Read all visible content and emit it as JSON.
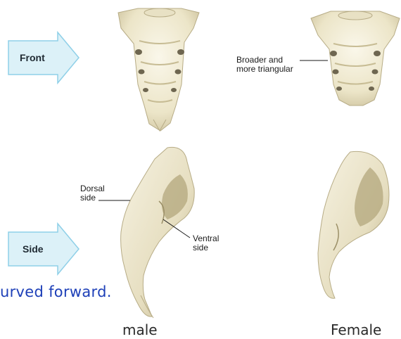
{
  "arrows": {
    "front_label": "Front",
    "side_label": "Side"
  },
  "labels": {
    "broader": [
      "Broader and",
      "more triangular"
    ],
    "dorsal": [
      "Dorsal",
      "side"
    ],
    "ventral": [
      "Ventral",
      "side"
    ]
  },
  "handwritten_note": "urved forward.",
  "captions": {
    "male": "male",
    "female": "Female"
  },
  "colors": {
    "arrow_fill": "#dcf1f8",
    "arrow_stroke": "#8fd0e8",
    "bone_light": "#f3eedb",
    "bone_shadow": "#b8ad86",
    "ink_blue": "#1e40b8"
  }
}
